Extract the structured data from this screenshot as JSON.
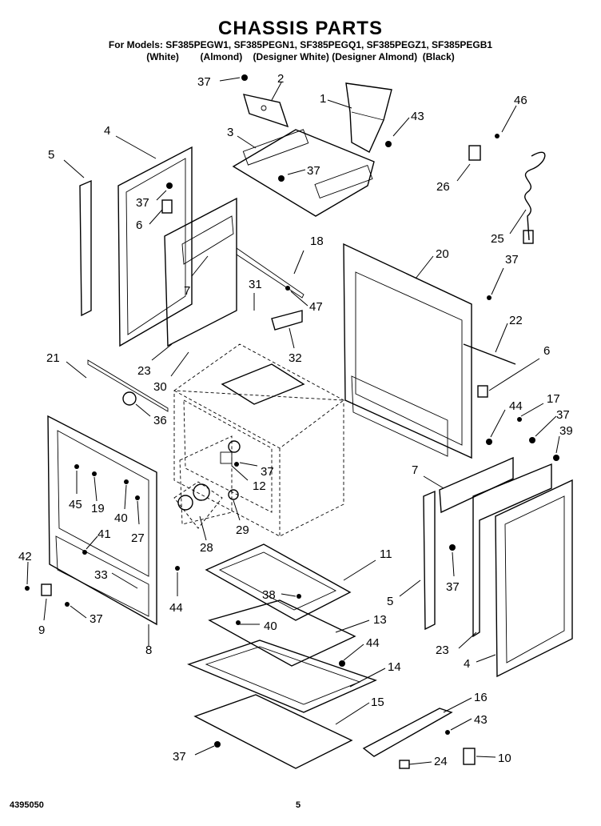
{
  "header": {
    "title": "CHASSIS PARTS",
    "models_line": "For Models: SF385PEGW1, SF385PEGN1, SF385PEGQ1, SF385PEGZ1, SF385PEGB1",
    "colors_line": "(White)        (Almond)    (Designer White) (Designer Almond)  (Black)"
  },
  "footer": {
    "document_number": "4395050",
    "page_number": "5"
  },
  "callouts": [
    {
      "id": "c37a",
      "text": "37"
    },
    {
      "id": "c2",
      "text": "2"
    },
    {
      "id": "c1",
      "text": "1"
    },
    {
      "id": "c43a",
      "text": "43"
    },
    {
      "id": "c46",
      "text": "46"
    },
    {
      "id": "c4a",
      "text": "4"
    },
    {
      "id": "c3",
      "text": "3"
    },
    {
      "id": "c37b",
      "text": "37"
    },
    {
      "id": "c5a",
      "text": "5"
    },
    {
      "id": "c26",
      "text": "26"
    },
    {
      "id": "c37c",
      "text": "37"
    },
    {
      "id": "c6a",
      "text": "6"
    },
    {
      "id": "c25",
      "text": "25"
    },
    {
      "id": "c18",
      "text": "18"
    },
    {
      "id": "c20",
      "text": "20"
    },
    {
      "id": "c37d",
      "text": "37"
    },
    {
      "id": "c7a",
      "text": "7"
    },
    {
      "id": "c31",
      "text": "31"
    },
    {
      "id": "c47",
      "text": "47"
    },
    {
      "id": "c22",
      "text": "22"
    },
    {
      "id": "c21",
      "text": "21"
    },
    {
      "id": "c32",
      "text": "32"
    },
    {
      "id": "c6b",
      "text": "6"
    },
    {
      "id": "c23a",
      "text": "23"
    },
    {
      "id": "c30",
      "text": "30"
    },
    {
      "id": "c36",
      "text": "36"
    },
    {
      "id": "c44a",
      "text": "44"
    },
    {
      "id": "c17",
      "text": "17"
    },
    {
      "id": "c37e",
      "text": "37"
    },
    {
      "id": "c39",
      "text": "39"
    },
    {
      "id": "c37f",
      "text": "37"
    },
    {
      "id": "c12",
      "text": "12"
    },
    {
      "id": "c7b",
      "text": "7"
    },
    {
      "id": "c45",
      "text": "45"
    },
    {
      "id": "c19",
      "text": "19"
    },
    {
      "id": "c40a",
      "text": "40"
    },
    {
      "id": "c27",
      "text": "27"
    },
    {
      "id": "c29",
      "text": "29"
    },
    {
      "id": "c41",
      "text": "41"
    },
    {
      "id": "c28",
      "text": "28"
    },
    {
      "id": "c11",
      "text": "11"
    },
    {
      "id": "c42",
      "text": "42"
    },
    {
      "id": "c33",
      "text": "33"
    },
    {
      "id": "c37g",
      "text": "37"
    },
    {
      "id": "c44b",
      "text": "44"
    },
    {
      "id": "c5b",
      "text": "5"
    },
    {
      "id": "c38",
      "text": "38"
    },
    {
      "id": "c9",
      "text": "9"
    },
    {
      "id": "c37h",
      "text": "37"
    },
    {
      "id": "c13",
      "text": "13"
    },
    {
      "id": "c40b",
      "text": "40"
    },
    {
      "id": "c8",
      "text": "8"
    },
    {
      "id": "c23b",
      "text": "23"
    },
    {
      "id": "c44c",
      "text": "44"
    },
    {
      "id": "c14",
      "text": "14"
    },
    {
      "id": "c4b",
      "text": "4"
    },
    {
      "id": "c15",
      "text": "15"
    },
    {
      "id": "c16",
      "text": "16"
    },
    {
      "id": "c43b",
      "text": "43"
    },
    {
      "id": "c37i",
      "text": "37"
    },
    {
      "id": "c24",
      "text": "24"
    },
    {
      "id": "c10",
      "text": "10"
    }
  ]
}
